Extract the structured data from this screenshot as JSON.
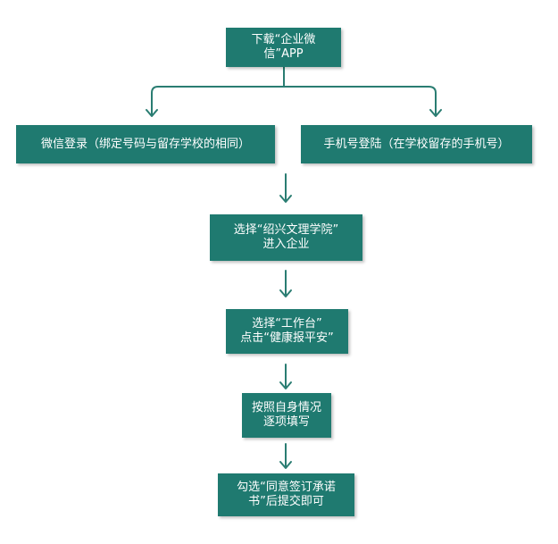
{
  "flowchart": {
    "node_download_app": "下载“企业微\n信”APP",
    "node_wechat_login": "微信登录（绑定号码与留存学校的相同）",
    "node_phone_login": "手机号登陆（在学校留存的手机号）",
    "node_select_school": "选择“绍兴文理学院”\n进入企业",
    "node_select_workbench": "选择“工作台”\n点击“健康报平安”",
    "node_fill_in": "按照自身情况\n逐项填写",
    "node_submit": "勾选“同意签订承诺\n书”后提交即可"
  },
  "colors": {
    "box_fill": "#1f7a70",
    "box_text": "#ffffff",
    "arrow": "#2a7d72"
  }
}
